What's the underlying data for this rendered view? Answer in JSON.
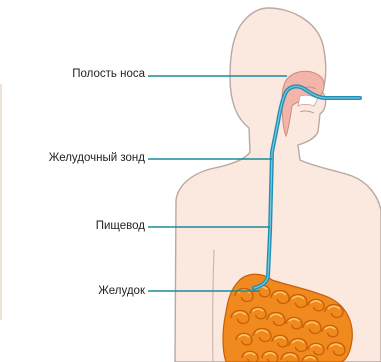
{
  "labels": {
    "nasal_cavity": "Полость носа",
    "feeding_tube": "Желудочный зонд",
    "esophagus": "Пищевод",
    "stomach": "Желудок"
  },
  "colors": {
    "body_fill": "#fbe8de",
    "body_outline": "#b8aaa3",
    "tube": "#1f8fb3",
    "tube_inner": "#79c5dd",
    "leader_line": "#1b8a9a",
    "intestine": "#f08a1e",
    "intestine_shadow": "#c85f06",
    "intestine_highlight": "#ffc266",
    "nasal": "#f3b5a9",
    "label_text": "#222222"
  }
}
